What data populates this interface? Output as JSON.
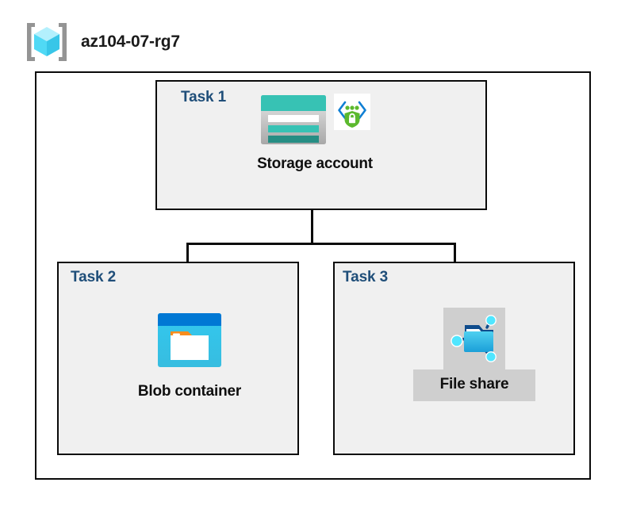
{
  "header": {
    "icon_name": "resource-group-icon",
    "title": "az104-07-rg7"
  },
  "diagram": {
    "type": "azure-architecture-diagram",
    "container_label": "resource-group-boundary",
    "colors": {
      "task_label": "#1f4e79",
      "node_label": "#0f0f0f",
      "box_border": "#0a0a0a",
      "task_box_fill": "#f0f0f0",
      "outer_box_fill": "#ffffff",
      "highlight_fill": "#cfcfcf",
      "storage_teal": "#37c2b4",
      "storage_teal_dark": "#268e84",
      "blob_blue_dark": "#0078d4",
      "blob_blue_light": "#32c8ef",
      "blob_orange": "#f78d1e",
      "fileshare_blue": "#32bde8",
      "fileshare_node": "#50e6ff",
      "shield_green": "#5cb92e",
      "chevron_blue": "#0f7fd4",
      "cube_cyan": "#9cebfb",
      "bracket_gray": "#949494"
    },
    "tasks": [
      {
        "id": "task1",
        "label": "Task 1",
        "node_label": "Storage account",
        "icons": [
          "storage-account-icon",
          "secure-endpoint-icon"
        ],
        "highlighted": false
      },
      {
        "id": "task2",
        "label": "Task 2",
        "node_label": "Blob container",
        "icons": [
          "blob-container-icon"
        ],
        "highlighted": false
      },
      {
        "id": "task3",
        "label": "Task 3",
        "node_label": "File share",
        "icons": [
          "file-share-icon"
        ],
        "highlighted": true
      }
    ],
    "connections": [
      {
        "from": "Storage account",
        "to": "Blob container"
      },
      {
        "from": "Storage account",
        "to": "File share"
      }
    ]
  }
}
